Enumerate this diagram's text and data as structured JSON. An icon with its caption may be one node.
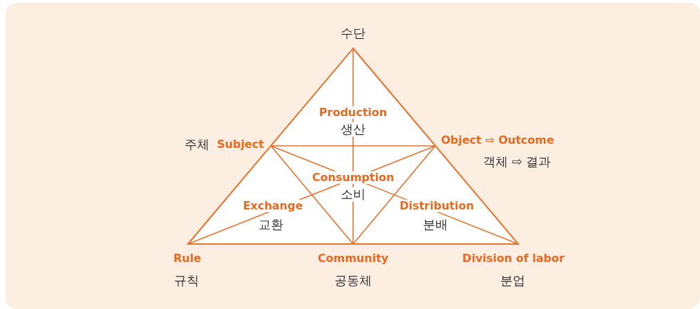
{
  "diagram": {
    "labels": [
      "수단",
      "Production",
      "생산",
      "주체",
      "Subject",
      "Object ⇨ Outcome",
      "객체 ⇨ 결과",
      "Consumption",
      "소비",
      "Exchange",
      "Distribution",
      "교환",
      "분배",
      "Rule",
      "Community",
      "Division of labor",
      "규칙",
      "공동체",
      "분업"
    ]
  }
}
